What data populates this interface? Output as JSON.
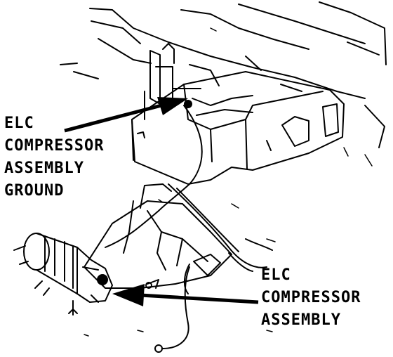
{
  "labels": {
    "ground": {
      "lines": [
        "ELC",
        "COMPRESSOR",
        "ASSEMBLY",
        "GROUND"
      ]
    },
    "assembly": {
      "lines": [
        "ELC",
        "COMPRESSOR",
        "ASSEMBLY"
      ]
    }
  },
  "colors": {
    "ink": "#000000",
    "paper": "#ffffff"
  }
}
